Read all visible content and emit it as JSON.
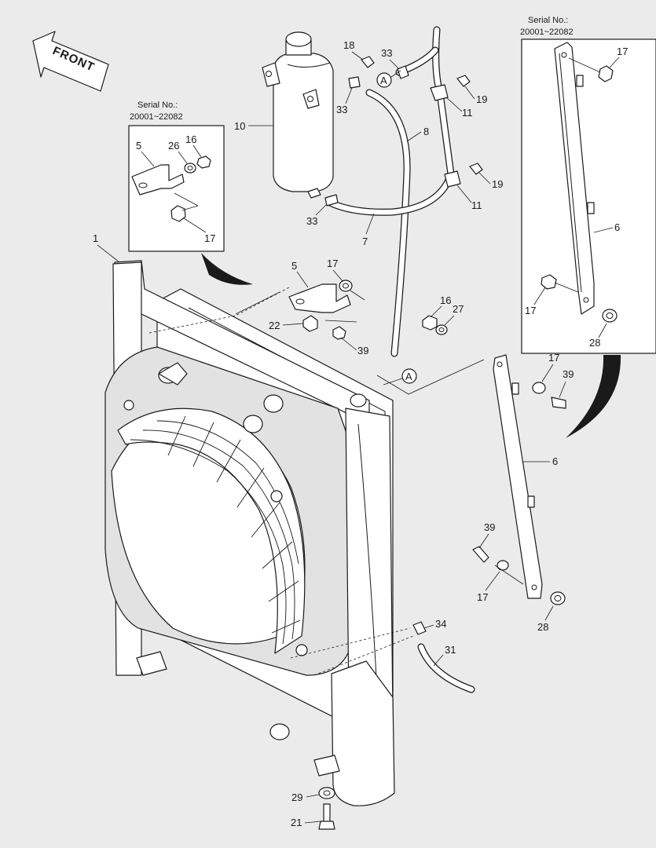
{
  "front_label": "FRONT",
  "inset_left": {
    "serial_caption": "Serial No.:",
    "serial_range": "20001~22082",
    "callouts": [
      "5",
      "26",
      "16",
      "17"
    ]
  },
  "inset_right": {
    "serial_caption": "Serial No.:",
    "serial_range": "20001~22082",
    "callouts": [
      "17",
      "6",
      "17",
      "28"
    ]
  },
  "callouts": {
    "c1": "1",
    "c10": "10",
    "c18": "18",
    "c33a": "33",
    "c33b": "33",
    "c33c": "33",
    "cA1": "A",
    "cA2": "A",
    "c8": "8",
    "c7": "7",
    "c19a": "19",
    "c11a": "11",
    "c19b": "19",
    "c11b": "11",
    "c5": "5",
    "c17a": "17",
    "c22": "22",
    "c39a": "39",
    "c16": "16",
    "c27": "27",
    "c17b": "17",
    "c39b": "39",
    "c6": "6",
    "c39c": "39",
    "c17c": "17",
    "c28": "28",
    "c34": "34",
    "c31": "31",
    "c29": "29",
    "c21": "21"
  },
  "colors": {
    "background": "#ebebeb",
    "line": "#1a1a1a",
    "part_fill": "#ffffff"
  }
}
